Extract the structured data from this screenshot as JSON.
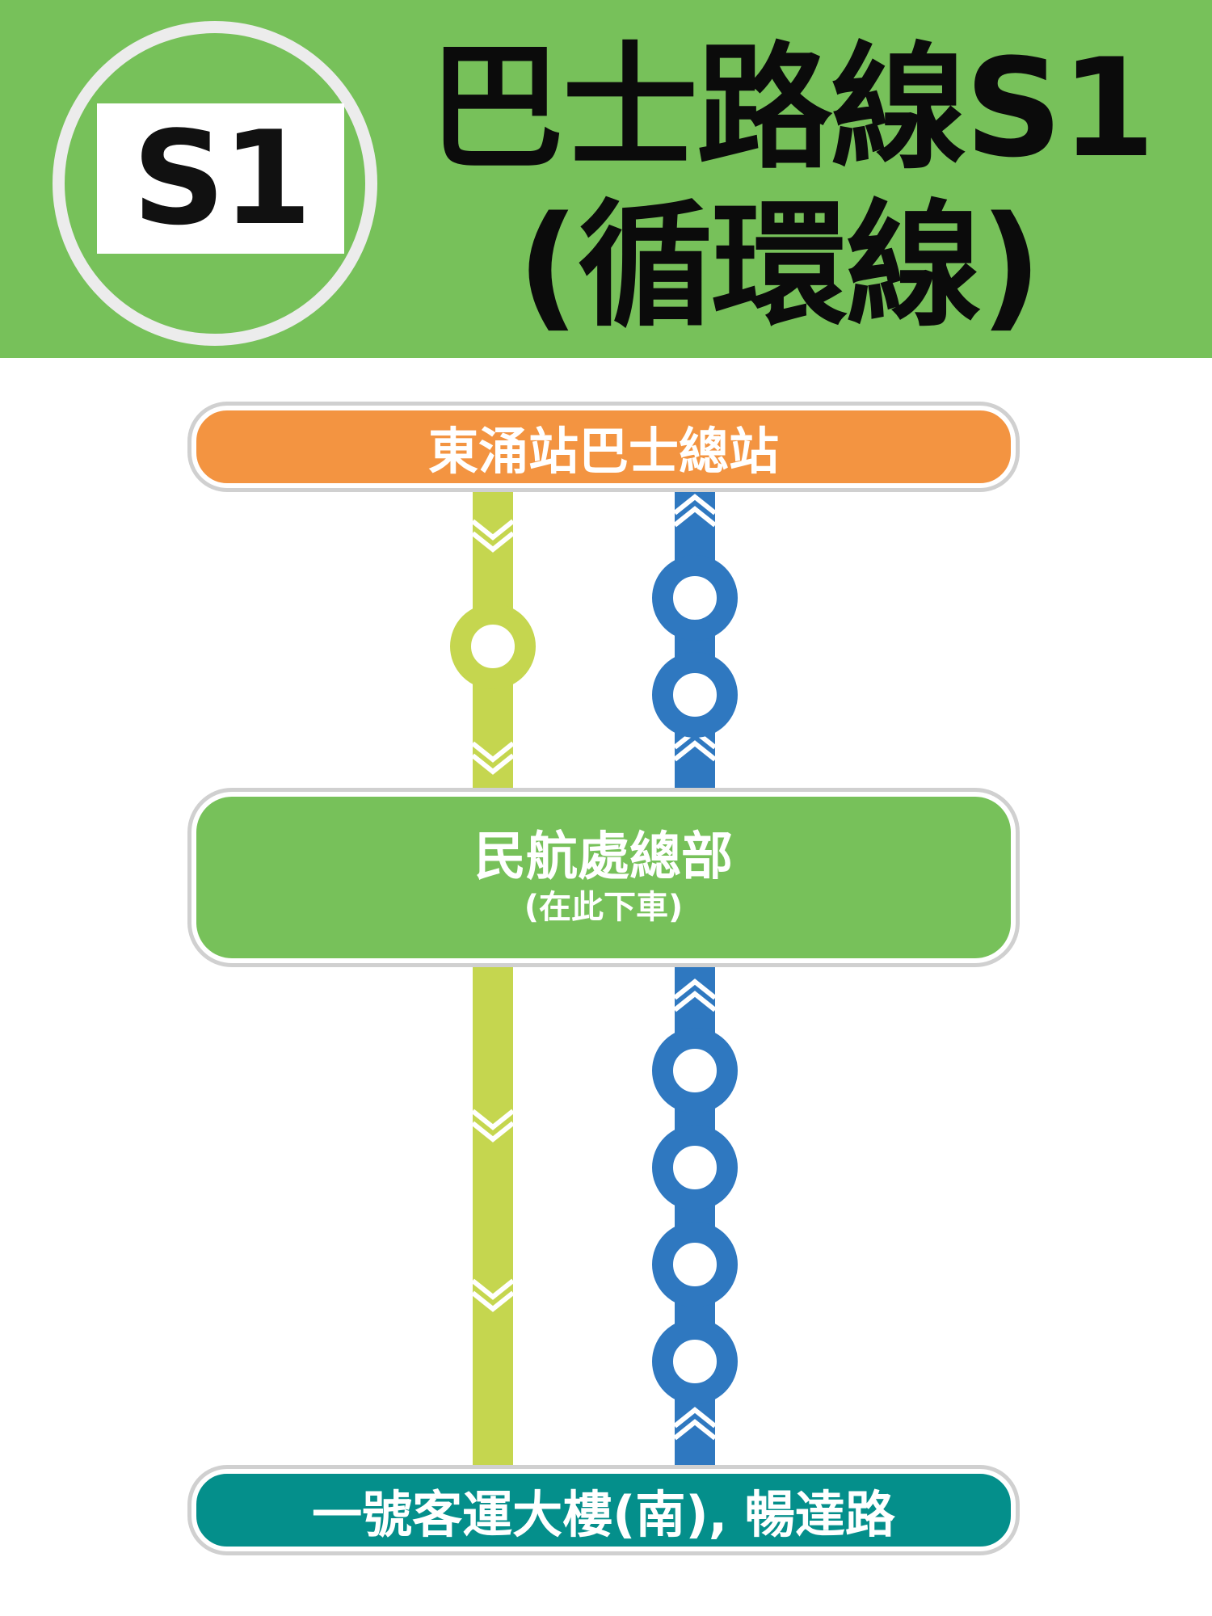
{
  "header": {
    "background_color": "#77c15a",
    "logo_label": "S1",
    "title_line1": "巴士路線S1",
    "title_line2": "(循環線)"
  },
  "stations": {
    "terminus": {
      "label": "東涌站巴士總站",
      "color": "#f39441"
    },
    "alight": {
      "label": "民航處總部",
      "note": "(在此下車)",
      "color": "#77c15a"
    },
    "end": {
      "label": "一號客運大樓(南), 暢達路",
      "color": "#048f8b"
    }
  },
  "lines": {
    "outbound": {
      "color": "#c5d64f",
      "direction": "down",
      "stops_between_terminus_and_alight": 1,
      "stops_between_alight_and_end": 0
    },
    "inbound": {
      "color": "#2f78c0",
      "direction": "up",
      "stops_between_terminus_and_alight": 2,
      "stops_between_alight_and_end": 4
    }
  }
}
